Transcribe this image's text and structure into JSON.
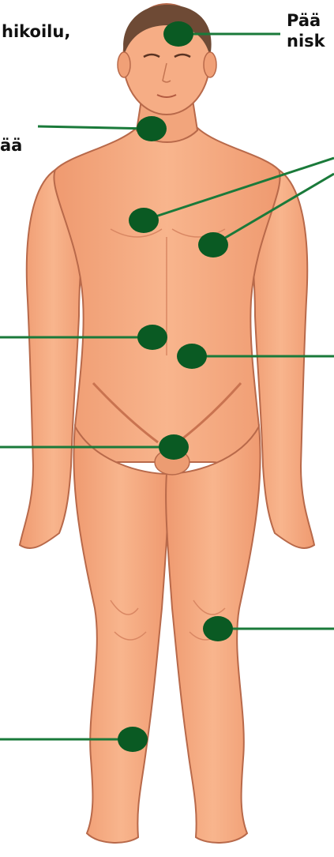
{
  "colors": {
    "skin": "#f5a97f",
    "skin_shadow": "#df8a63",
    "outline": "#b8694a",
    "hair": "#6e4a35",
    "marker": "#0a5a23",
    "line": "#1a7a3a",
    "text": "#111111"
  },
  "labels": {
    "top_left": "hikoilu,",
    "neck_left": "ää",
    "top_right_1": "Pää",
    "top_right_2": "nisk"
  }
}
